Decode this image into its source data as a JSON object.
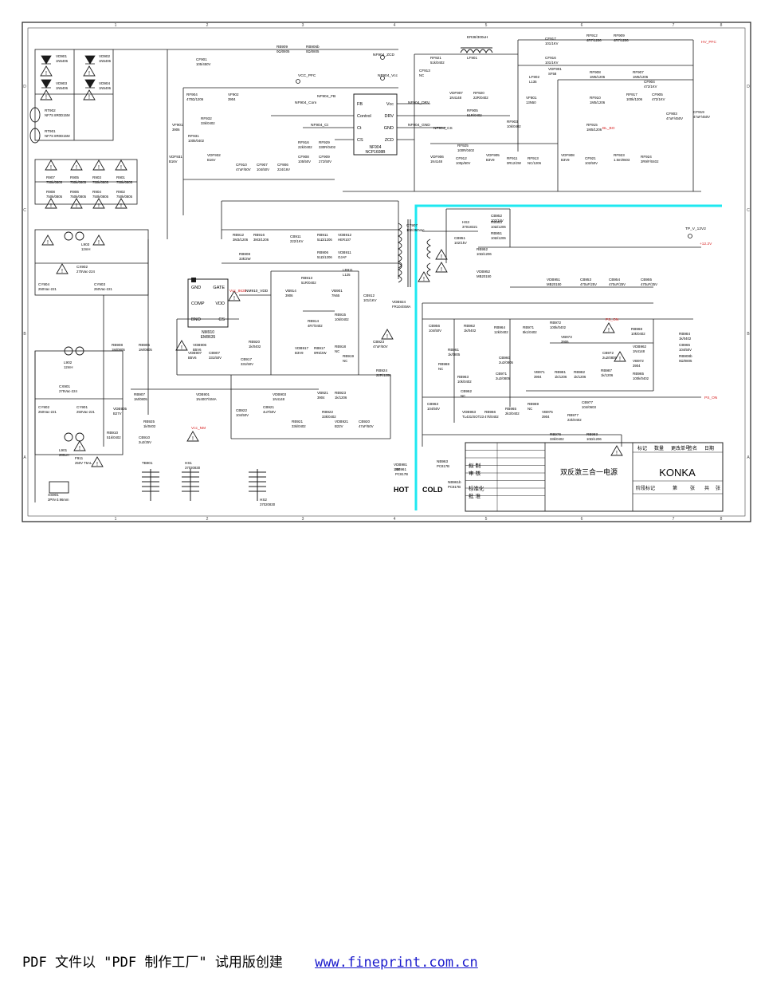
{
  "colors": {
    "wire": "#1b1b1b",
    "highlight": "#1ee8f0",
    "magenta": "#c0147a",
    "red": "#d82020",
    "border": "#222222"
  },
  "grid_columns": [
    "1",
    "2",
    "3",
    "4",
    "5",
    "6",
    "7",
    "8"
  ],
  "grid_rows": [
    "D",
    "C",
    "B",
    "A"
  ],
  "ic_pwm": {
    "ref": "NF904",
    "part": "NCP1608B",
    "pins_left": [
      "FB",
      "Control",
      "Ct",
      "CS"
    ],
    "pins_right": [
      "Vcc",
      "DRV",
      "GND",
      "ZCD"
    ]
  },
  "ic_flyback": {
    "ref": "NM910",
    "part": "EM8635",
    "pins_left": [
      "GND",
      "COMP",
      "BNO"
    ],
    "pins_right": [
      "GATE",
      "VDD",
      "CS"
    ]
  },
  "net_labels": {
    "vcc_pfc": "VCC_PFC",
    "hv_pfc": "HV_PFC",
    "bl_bo": "BL_BO",
    "tp_12v": "TP_V_12V2",
    "plus12": "+12.2V",
    "ps_on_top": "PS_ON",
    "ps_on_bottom": "PS_ON",
    "vcc_nm": "Vcc_NM",
    "vcc_8635": "Vcc_8635",
    "zcd": "NF904_ZCD",
    "vcc": "NF904_Vcc",
    "fb": "NF904_FB",
    "com": "NF904_Com",
    "ct": "NF904_Ct",
    "drv": "NF904_DRV",
    "gnd": "NF904_GND",
    "cs": "NF904_CS",
    "nm_vdd": "NM910_VDD"
  },
  "components": [
    {
      "ref": "VD901",
      "val": "1N5406"
    },
    {
      "ref": "VD902",
      "val": "1N5406"
    },
    {
      "ref": "VD903",
      "val": "1N5406"
    },
    {
      "ref": "VD904",
      "val": "1N5406"
    },
    {
      "ref": "RT902",
      "val": "NF7S 8R0D15M"
    },
    {
      "ref": "RT901",
      "val": "NF7S 8R0D15M"
    },
    {
      "ref": "R907",
      "val": "750k/0805"
    },
    {
      "ref": "R905",
      "val": "750k/0805"
    },
    {
      "ref": "R903",
      "val": "750k/0805"
    },
    {
      "ref": "R901",
      "val": "750k/0805"
    },
    {
      "ref": "R908",
      "val": "750k/0805"
    },
    {
      "ref": "R906",
      "val": "750k/0805"
    },
    {
      "ref": "R904",
      "val": "750k/0805"
    },
    {
      "ref": "R902",
      "val": "750k/0805"
    },
    {
      "ref": "L903",
      "val": "12mH"
    },
    {
      "ref": "CX902",
      "val": "275Vac-224"
    },
    {
      "ref": "CY904",
      "val": "250Vac-221"
    },
    {
      "ref": "CY903",
      "val": "250Vac-221"
    },
    {
      "ref": "L902",
      "val": "12mH"
    },
    {
      "ref": "CX901",
      "val": "275Vac-224"
    },
    {
      "ref": "CY902",
      "val": "250Vac-221"
    },
    {
      "ref": "CY901",
      "val": "250Vac-221"
    },
    {
      "ref": "L901",
      "val": "280uH"
    },
    {
      "ref": "F911",
      "val": "250V T5AL"
    },
    {
      "ref": "XS901",
      "val": "3PIN-3.96mm"
    },
    {
      "ref": "CF901",
      "val": "105/450V"
    },
    {
      "ref": "RF904",
      "val": "470Ω/1206"
    },
    {
      "ref": "VF902",
      "val": "3904"
    },
    {
      "ref": "RF932",
      "val": "33k/0402"
    },
    {
      "ref": "VF901",
      "val": "3906"
    },
    {
      "ref": "RF931",
      "val": "100k/0402"
    },
    {
      "ref": "VDF931",
      "val": "B16V"
    },
    {
      "ref": "VDF932",
      "val": "B16V"
    },
    {
      "ref": "CF910",
      "val": "47uF/50V"
    },
    {
      "ref": "CF907",
      "val": "104/50V"
    },
    {
      "ref": "CF906",
      "val": "224/16V"
    },
    {
      "ref": "RF916",
      "val": "22k/0402"
    },
    {
      "ref": "CF908",
      "val": "105/50V"
    },
    {
      "ref": "RF929",
      "val": "330R/0402"
    },
    {
      "ref": "CF909",
      "val": "272/50V"
    },
    {
      "ref": "ER38/300uH",
      "val": ""
    },
    {
      "ref": "LF901",
      "val": ""
    },
    {
      "ref": "RF921",
      "val": "51k/0402"
    },
    {
      "ref": "CF913",
      "val": "NC"
    },
    {
      "ref": "CF917",
      "val": "101/1KV"
    },
    {
      "ref": "CF916",
      "val": "101/1KV"
    },
    {
      "ref": "RF912",
      "val": "4R7/1206"
    },
    {
      "ref": "RF909",
      "val": "4R7/1206"
    },
    {
      "ref": "VDF901",
      "val": "SF58"
    },
    {
      "ref": "LF902",
      "val": "L135"
    },
    {
      "ref": "VF801",
      "val": "13N50"
    },
    {
      "ref": "VDF907",
      "val": "1N4148"
    },
    {
      "ref": "RF920",
      "val": "22R/0402"
    },
    {
      "ref": "RF905",
      "val": "51R/0402"
    },
    {
      "ref": "RF903",
      "val": "10k/0402"
    },
    {
      "ref": "RF925",
      "val": "100R/0402"
    },
    {
      "ref": "VDF906",
      "val": "1N4148"
    },
    {
      "ref": "CF912",
      "val": "100p/50V"
    },
    {
      "ref": "VDF905",
      "val": "B3V9"
    },
    {
      "ref": "RF911",
      "val": "0R12/2W"
    },
    {
      "ref": "RF913",
      "val": "NC/1206"
    },
    {
      "ref": "RF908",
      "val": "1M5/1206"
    },
    {
      "ref": "RF907",
      "val": "1M5/1206"
    },
    {
      "ref": "RF910",
      "val": "1M5/1206"
    },
    {
      "ref": "RF917",
      "val": "100k/1206"
    },
    {
      "ref": "CF904",
      "val": "472/1KV"
    },
    {
      "ref": "CF905",
      "val": "472/1KV"
    },
    {
      "ref": "CF903",
      "val": "47uF/450V"
    },
    {
      "ref": "CF919",
      "val": "47uF/450V"
    },
    {
      "ref": "RF915",
      "val": "1M5/1206"
    },
    {
      "ref": "VDF908",
      "val": "B3V9"
    },
    {
      "ref": "CF921",
      "val": "102/50V"
    },
    {
      "ref": "RF923",
      "val": "1.5m/0603"
    },
    {
      "ref": "RF924",
      "val": "3R9/F/0402"
    },
    {
      "ref": "RB912",
      "val": "3M3/1206"
    },
    {
      "ref": "RB916",
      "val": "3M3/1206"
    },
    {
      "ref": "RB908",
      "val": "33k/2W"
    },
    {
      "ref": "CB911",
      "val": "222/1KV"
    },
    {
      "ref": "RB911",
      "val": "51Ω/1206"
    },
    {
      "ref": "RB906",
      "val": "51Ω/1206"
    },
    {
      "ref": "VDB912",
      "val": "HER107"
    },
    {
      "ref": "VDB911",
      "val": "OJAF"
    },
    {
      "ref": "RB913",
      "val": "51R/0402"
    },
    {
      "ref": "VB914",
      "val": "3906"
    },
    {
      "ref": "VB901",
      "val": "7N65"
    },
    {
      "ref": "RB914",
      "val": "4R7/0402"
    },
    {
      "ref": "LB911",
      "val": "L125"
    },
    {
      "ref": "CB912",
      "val": "101/1KV"
    },
    {
      "ref": "RB915",
      "val": "10k/0402"
    },
    {
      "ref": "RB918",
      "val": "NC"
    },
    {
      "ref": "RB919",
      "val": "NC"
    },
    {
      "ref": "VDB906",
      "val": "B5V6"
    },
    {
      "ref": "VDB907",
      "val": "B5V6"
    },
    {
      "ref": "CB907",
      "val": "331/50V"
    },
    {
      "ref": "RB920",
      "val": "1k/0402"
    },
    {
      "ref": "CB917",
      "val": "331/50V"
    },
    {
      "ref": "VDB917",
      "val": "B3V9"
    },
    {
      "ref": "RB917",
      "val": "0R5/2W"
    },
    {
      "ref": "RB908",
      "val": "1M/0805"
    },
    {
      "ref": "RB905",
      "val": "1M/0805"
    },
    {
      "ref": "RB907",
      "val": "1M/0805"
    },
    {
      "ref": "VDB905",
      "val": "B27V"
    },
    {
      "ref": "RB925",
      "val": "1k/0402"
    },
    {
      "ref": "RB910",
      "val": "51k/0402"
    },
    {
      "ref": "CB910",
      "val": "2u2/25V"
    },
    {
      "ref": "VDB901",
      "val": "1N4007/SMA"
    },
    {
      "ref": "VDB903",
      "val": "1N4148"
    },
    {
      "ref": "CB922",
      "val": "104/50V"
    },
    {
      "ref": "CB921",
      "val": "4u7/50V"
    },
    {
      "ref": "VB921",
      "val": "3904"
    },
    {
      "ref": "RB923",
      "val": "1k/1206"
    },
    {
      "ref": "RB922",
      "val": "33k/0402"
    },
    {
      "ref": "RB921",
      "val": "33k/0402"
    },
    {
      "ref": "VDB921",
      "val": "B22V"
    },
    {
      "ref": "CB920",
      "val": "47uF/50V"
    },
    {
      "ref": "CB923",
      "val": "47uF/50V"
    },
    {
      "ref": "RB924",
      "val": "22R/1206"
    },
    {
      "ref": "VDB924",
      "val": "FR104/SMA"
    },
    {
      "ref": "CY907",
      "val": "102/250Vac"
    },
    {
      "ref": "TB901",
      "val": ""
    },
    {
      "ref": "HS1",
      "val": "37020830"
    },
    {
      "ref": "HS2",
      "val": "37020830"
    },
    {
      "ref": "HS3",
      "val": "37018321"
    },
    {
      "ref": "CB951",
      "val": "102/1kV"
    },
    {
      "ref": "CB952",
      "val": "102/1kV"
    },
    {
      "ref": "RB953",
      "val": "10Ω/1206"
    },
    {
      "ref": "RB951",
      "val": "10Ω/1206"
    },
    {
      "ref": "RB952",
      "val": "10Ω/1206"
    },
    {
      "ref": "VDB952",
      "val": "MB20150"
    },
    {
      "ref": "VDB951",
      "val": "MB20150"
    },
    {
      "ref": "CB953",
      "val": "470uF/25V"
    },
    {
      "ref": "CB954",
      "val": "470uF/25V"
    },
    {
      "ref": "CB955",
      "val": "470uF/25V"
    },
    {
      "ref": "CB956",
      "val": "104/50V"
    },
    {
      "ref": "RB961",
      "val": "1k/0805"
    },
    {
      "ref": "RB962",
      "val": "1k/0402"
    },
    {
      "ref": "RB964",
      "val": "12k/0402"
    },
    {
      "ref": "RB971",
      "val": "8k1/0402"
    },
    {
      "ref": "RB972",
      "val": "100k/0402"
    },
    {
      "ref": "VB973",
      "val": "3906"
    },
    {
      "ref": "RB968",
      "val": "10k/0402"
    },
    {
      "ref": "VDB962",
      "val": "1N4148"
    },
    {
      "ref": "CB972",
      "val": "2u2/0805"
    },
    {
      "ref": "VB972",
      "val": "3904"
    },
    {
      "ref": "RB965",
      "val": "100k/0402"
    },
    {
      "ref": "CB960",
      "val": "2u2/0805"
    },
    {
      "ref": "CB971",
      "val": "2u2/0805"
    },
    {
      "ref": "VB971",
      "val": "3904"
    },
    {
      "ref": "RB981",
      "val": "1k/1206"
    },
    {
      "ref": "RB982",
      "val": "1k/1206"
    },
    {
      "ref": "RB987",
      "val": "1k/1206"
    },
    {
      "ref": "RB988",
      "val": "NC"
    },
    {
      "ref": "RB963",
      "val": "10k/0402"
    },
    {
      "ref": "CB962",
      "val": "NC"
    },
    {
      "ref": "CB963",
      "val": "104/50V"
    },
    {
      "ref": "VDB963",
      "val": "TL431/SOT23"
    },
    {
      "ref": "RB966",
      "val": "47k/0402"
    },
    {
      "ref": "RB965",
      "val": "2k3/0402"
    },
    {
      "ref": "RB969",
      "val": "NC"
    },
    {
      "ref": "VB975",
      "val": "3904"
    },
    {
      "ref": "RB977",
      "val": "22k/0402"
    },
    {
      "ref": "CB977",
      "val": "104/0603"
    },
    {
      "ref": "RB976",
      "val": "33k/0402"
    },
    {
      "ref": "RB983",
      "val": "10Ω/1206"
    },
    {
      "ref": "VDB981",
      "val": "13V"
    },
    {
      "ref": "NB961",
      "val": "PC817B"
    },
    {
      "ref": "NB963",
      "val": "PC817B"
    },
    {
      "ref": "NB961b",
      "val": "PC817B"
    },
    {
      "ref": "RB984",
      "val": "1k/0402"
    },
    {
      "ref": "CB965",
      "val": "104/50V"
    },
    {
      "ref": "RB908b",
      "val": "0Ω/0805"
    },
    {
      "ref": "RB909",
      "val": "0Ω/0805"
    },
    {
      "ref": "RB906b",
      "val": "0Ω/0805"
    }
  ],
  "hot_label": "HOT",
  "cold_label": "COLD",
  "title_block": {
    "header": [
      "标记",
      "数量",
      "更改单号",
      "签名",
      "日期"
    ],
    "rows": [
      "拟 制",
      "审 核",
      "",
      "标准化",
      "批 准"
    ],
    "title": "双反激三合一电源",
    "brand": "KONKA",
    "footer": [
      "阶段标记",
      "第",
      "张",
      "共",
      "张"
    ]
  },
  "footer_text": "PDF 文件以 \"PDF 制作工厂\" 试用版创建",
  "footer_link": "www.fineprint.com.cn"
}
